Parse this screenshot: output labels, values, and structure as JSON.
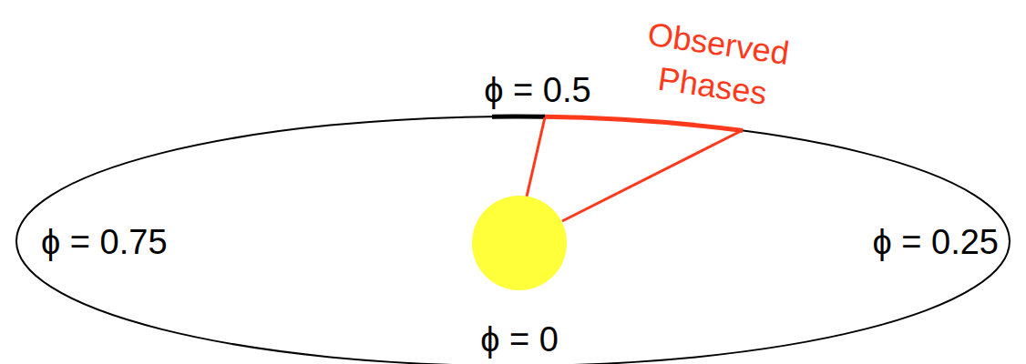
{
  "diagram": {
    "labels": [
      "ϕ = 0.5",
      "Observed Phases",
      "ϕ = 0.75",
      "ϕ = 0.25",
      "ϕ = 0"
    ]
  }
}
